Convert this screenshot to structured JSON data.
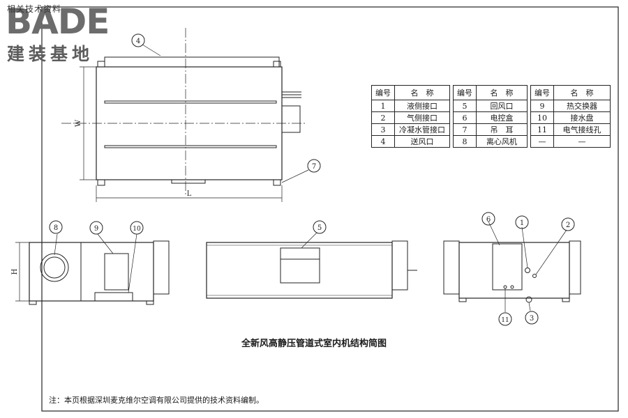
{
  "logo": {
    "top_text": "相关技术资料",
    "brand": "BADE",
    "cn_name": "建装基地"
  },
  "legend": {
    "headers": {
      "num": "编号",
      "name": "名　称"
    },
    "columns": [
      [
        {
          "num": "1",
          "name": "液侧接口"
        },
        {
          "num": "2",
          "name": "气侧接口"
        },
        {
          "num": "3",
          "name": "冷凝水管接口"
        },
        {
          "num": "4",
          "name": "送风口"
        }
      ],
      [
        {
          "num": "5",
          "name": "回风口"
        },
        {
          "num": "6",
          "name": "电控盒"
        },
        {
          "num": "7",
          "name": "吊　耳"
        },
        {
          "num": "8",
          "name": "离心风机"
        }
      ],
      [
        {
          "num": "9",
          "name": "热交换器"
        },
        {
          "num": "10",
          "name": "接水盘"
        },
        {
          "num": "11",
          "name": "电气接线孔"
        },
        {
          "num": "—",
          "name": "—"
        }
      ]
    ]
  },
  "dimensions": {
    "width": "W",
    "length": "L",
    "height": "H"
  },
  "callouts": {
    "c1": "1",
    "c2": "2",
    "c3": "3",
    "c4": "4",
    "c5": "5",
    "c6": "6",
    "c7": "7",
    "c8": "8",
    "c9": "9",
    "c10": "10",
    "c11": "11"
  },
  "caption": "全新风高静压管道式室内机结构简图",
  "note": "注：本页根据深圳麦克维尔空调有限公司提供的技术资料编制。"
}
